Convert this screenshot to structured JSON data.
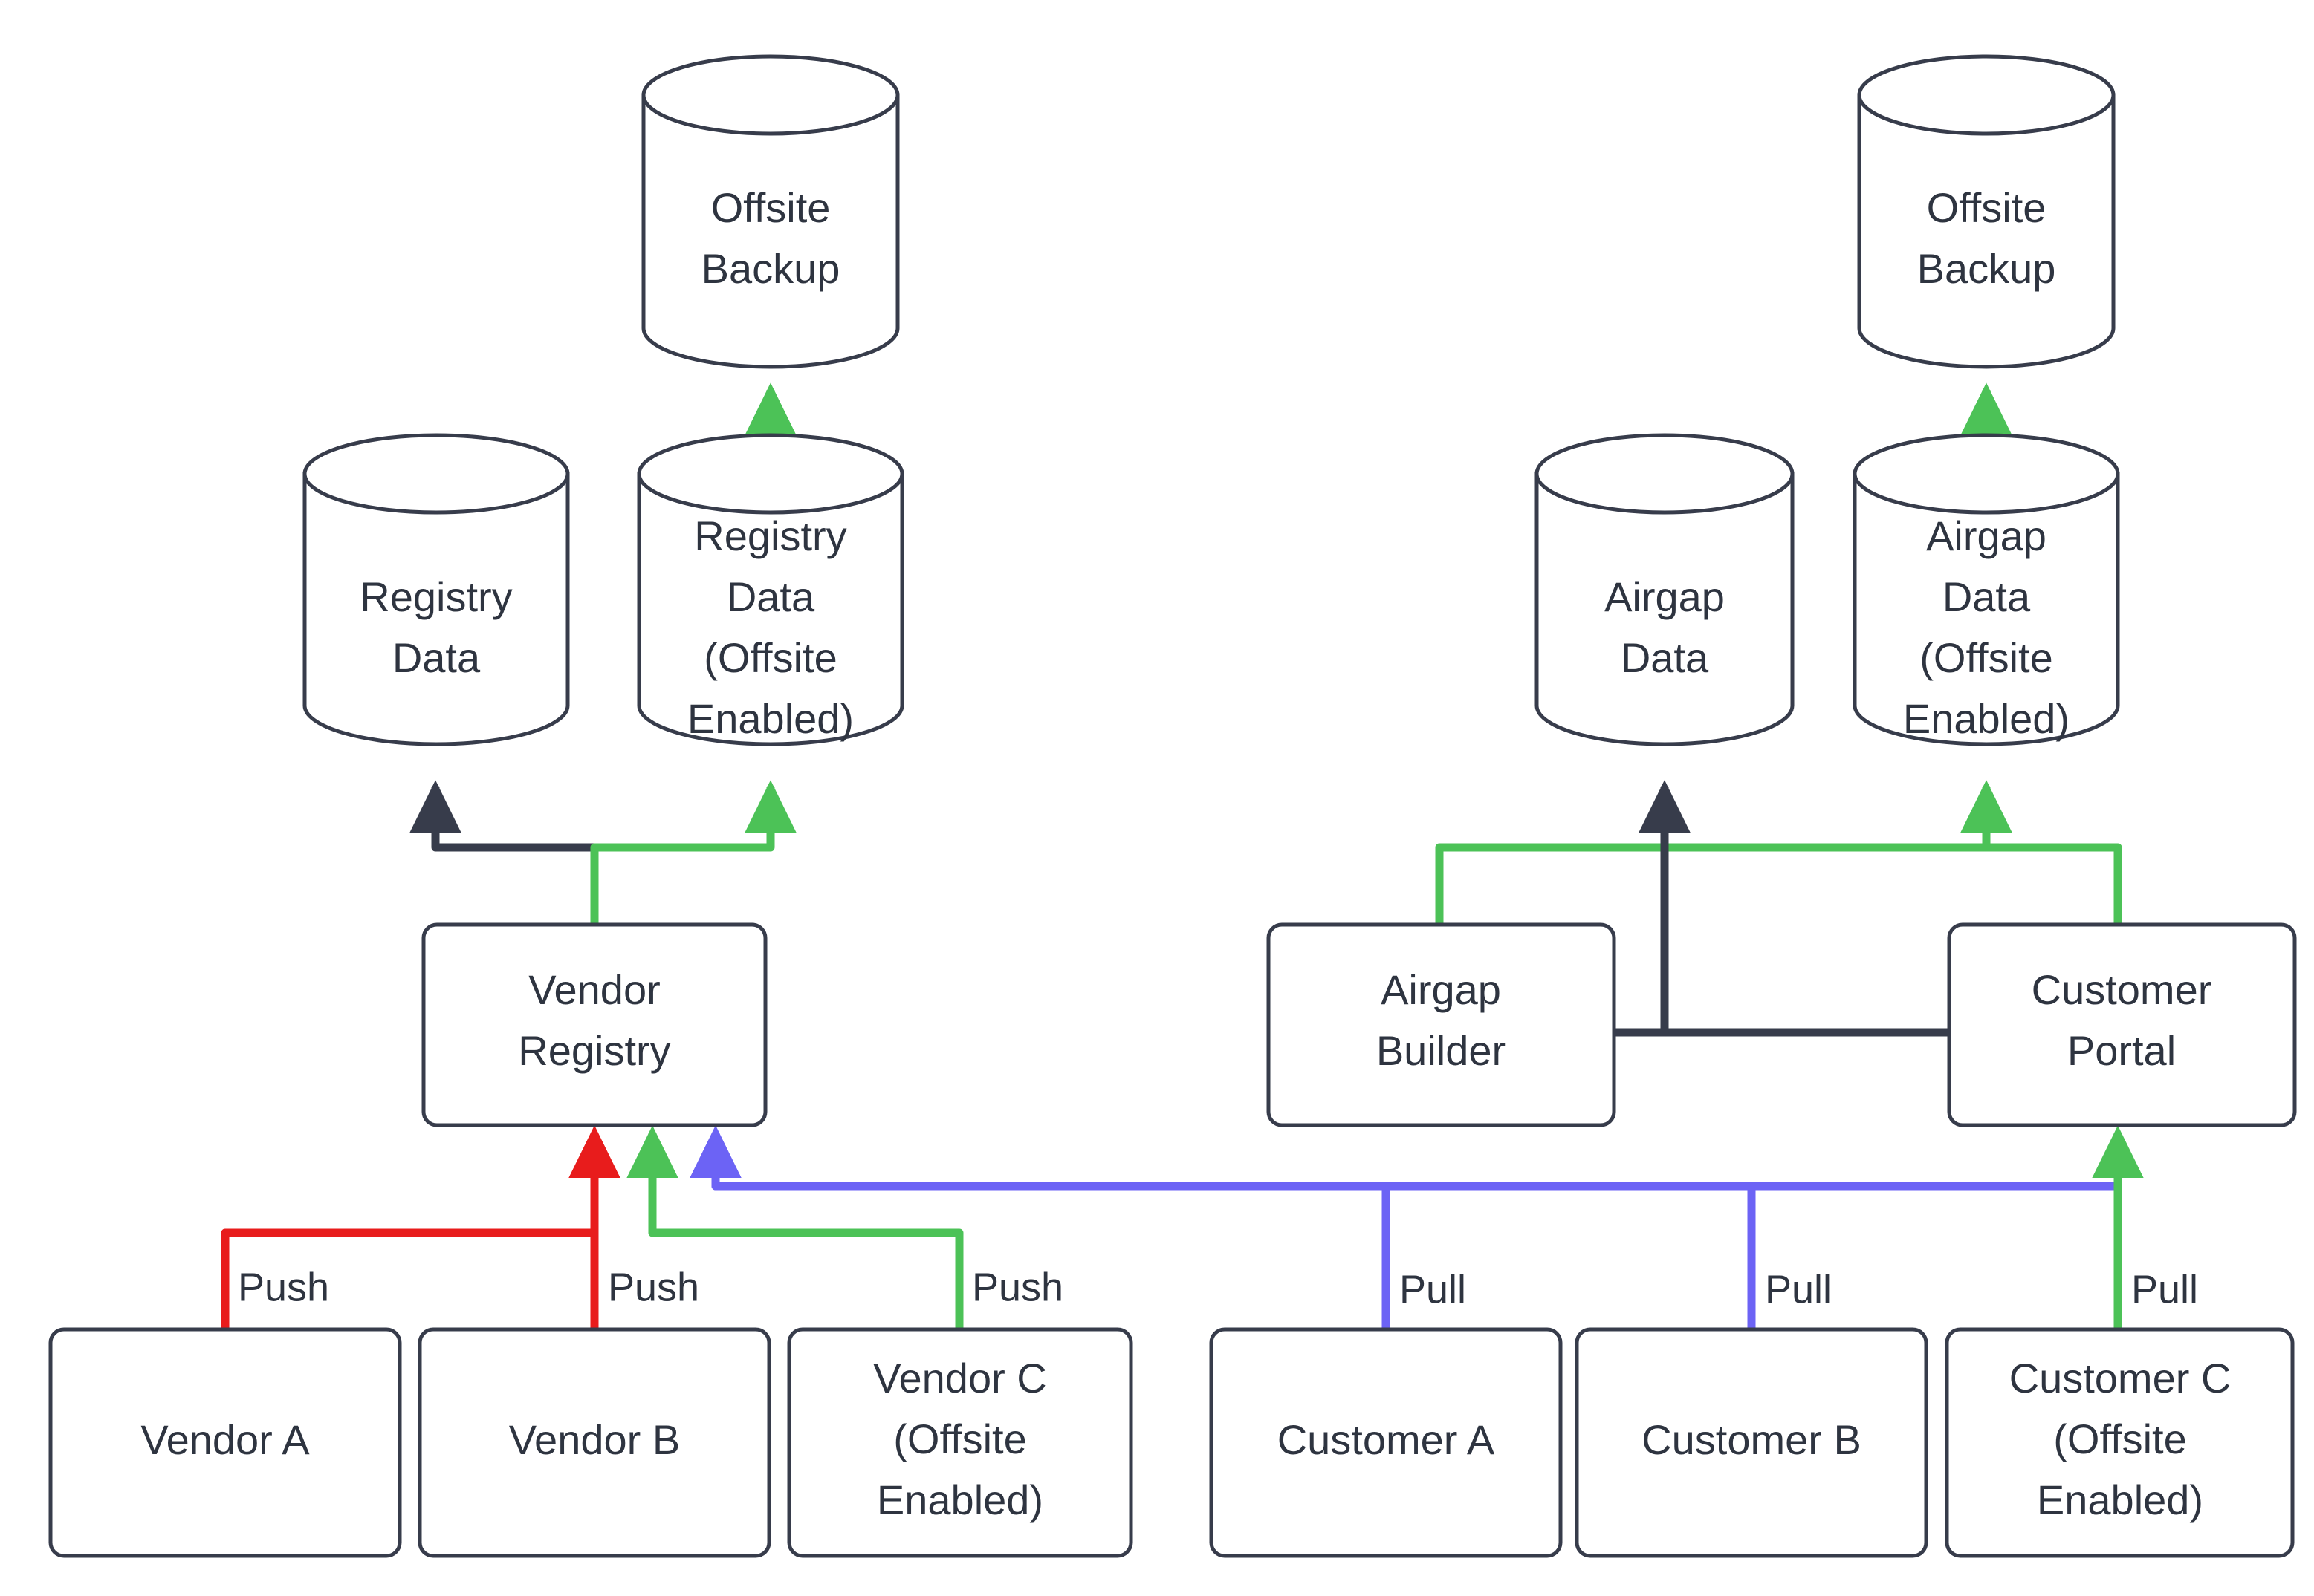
{
  "diagram": {
    "type": "flowchart",
    "title": "Registry and Airgap Data Flow",
    "colors": {
      "stroke_dark": "#373C4B",
      "node_fill": "#FFFFFF",
      "text": "#2E3440",
      "flow_green": "#4CC257",
      "flow_red": "#E81C1C",
      "flow_purple": "#6C63F5"
    },
    "nodes": {
      "offsite_backup_left": {
        "label_lines": [
          "Offsite",
          "Backup"
        ],
        "shape": "cylinder"
      },
      "offsite_backup_right": {
        "label_lines": [
          "Offsite",
          "Backup"
        ],
        "shape": "cylinder"
      },
      "registry_data": {
        "label_lines": [
          "Registry",
          "Data"
        ],
        "shape": "cylinder"
      },
      "registry_data_offsite": {
        "label_lines": [
          "Registry",
          "Data",
          "(Offsite",
          "Enabled)"
        ],
        "shape": "cylinder"
      },
      "airgap_data": {
        "label_lines": [
          "Airgap",
          "Data"
        ],
        "shape": "cylinder"
      },
      "airgap_data_offsite": {
        "label_lines": [
          "Airgap",
          "Data",
          "(Offsite",
          "Enabled)"
        ],
        "shape": "cylinder"
      },
      "vendor_registry": {
        "label_lines": [
          "Vendor",
          "Registry"
        ],
        "shape": "box"
      },
      "airgap_builder": {
        "label_lines": [
          "Airgap",
          "Builder"
        ],
        "shape": "box"
      },
      "customer_portal": {
        "label_lines": [
          "Customer",
          "Portal"
        ],
        "shape": "box"
      },
      "vendor_a": {
        "label_lines": [
          "Vendor A"
        ],
        "shape": "box"
      },
      "vendor_b": {
        "label_lines": [
          "Vendor B"
        ],
        "shape": "box"
      },
      "vendor_c": {
        "label_lines": [
          "Vendor C",
          "(Offsite",
          "Enabled)"
        ],
        "shape": "box"
      },
      "customer_a": {
        "label_lines": [
          "Customer A"
        ],
        "shape": "box"
      },
      "customer_b": {
        "label_lines": [
          "Customer B"
        ],
        "shape": "box"
      },
      "customer_c": {
        "label_lines": [
          "Customer C",
          "(Offsite",
          "Enabled)"
        ],
        "shape": "box"
      }
    },
    "edge_labels": {
      "vendor_a_push": "Push",
      "vendor_b_push": "Push",
      "vendor_c_push": "Push",
      "customer_a_pull": "Pull",
      "customer_b_pull": "Pull",
      "customer_c_pull": "Pull"
    },
    "edges": [
      {
        "from": "registry_data_offsite",
        "to": "offsite_backup_left",
        "color": "#4CC257",
        "label": ""
      },
      {
        "from": "airgap_data_offsite",
        "to": "offsite_backup_right",
        "color": "#4CC257",
        "label": ""
      },
      {
        "from": "vendor_registry",
        "to": "registry_data",
        "color": "#373C4B",
        "label": ""
      },
      {
        "from": "vendor_registry",
        "to": "registry_data_offsite",
        "color": "#4CC257",
        "label": ""
      },
      {
        "from": "airgap_builder",
        "to": "airgap_data",
        "color": "#373C4B",
        "label": ""
      },
      {
        "from": "airgap_builder",
        "to": "airgap_data_offsite",
        "color": "#4CC257",
        "label": ""
      },
      {
        "from": "customer_portal",
        "to": "airgap_data",
        "color": "#373C4B",
        "label": ""
      },
      {
        "from": "customer_portal",
        "to": "airgap_data_offsite",
        "color": "#4CC257",
        "label": ""
      },
      {
        "from": "vendor_a",
        "to": "vendor_registry",
        "color": "#E81C1C",
        "label": "Push"
      },
      {
        "from": "vendor_b",
        "to": "vendor_registry",
        "color": "#E81C1C",
        "label": "Push"
      },
      {
        "from": "vendor_c",
        "to": "vendor_registry",
        "color": "#4CC257",
        "label": "Push"
      },
      {
        "from": "customer_a",
        "to": "vendor_registry",
        "color": "#6C63F5",
        "label": "Pull"
      },
      {
        "from": "customer_b",
        "to": "vendor_registry",
        "color": "#6C63F5",
        "label": "Pull"
      },
      {
        "from": "customer_c",
        "to": "customer_portal",
        "color": "#4CC257",
        "label": "Pull"
      }
    ]
  }
}
